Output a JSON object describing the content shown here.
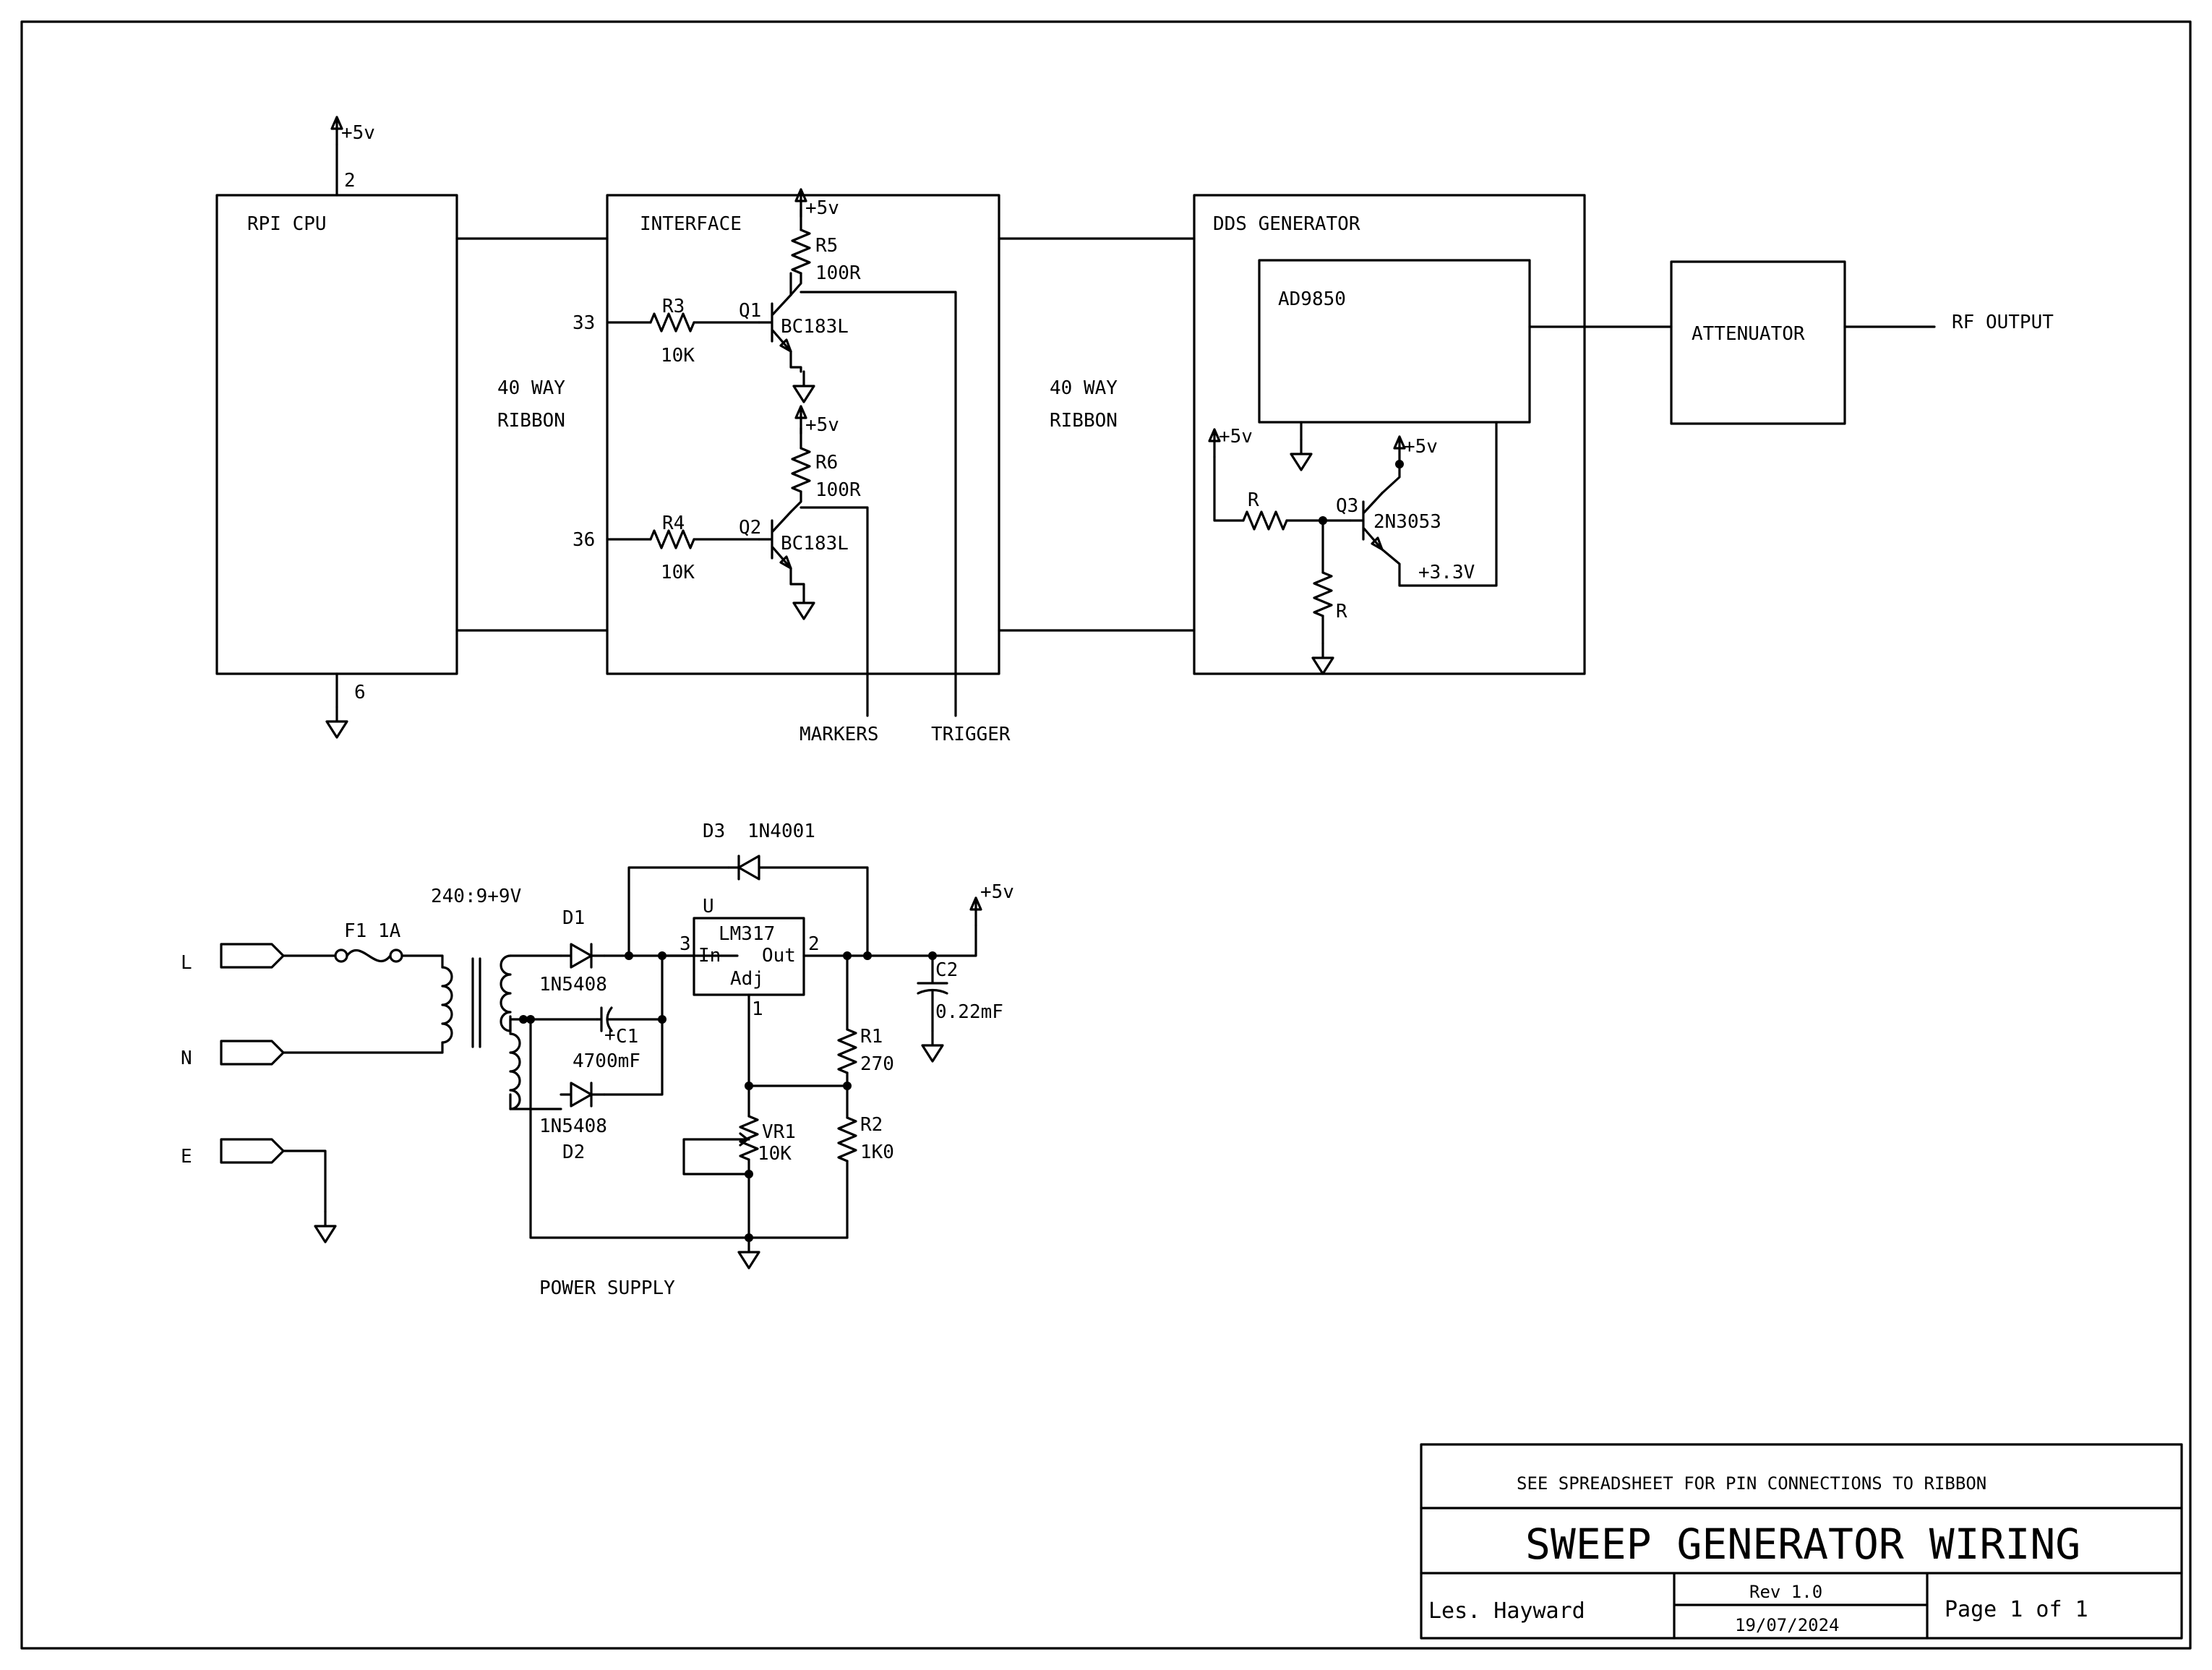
{
  "blocks": {
    "rpi": "RPI CPU",
    "interface": "INTERFACE",
    "dds": "DDS GENERATOR",
    "ad9850": "AD9850",
    "attenuator": "ATTENUATOR",
    "rf_output": "RF OUTPUT"
  },
  "ribbon": {
    "left_line1": "40 WAY",
    "left_line2": "RIBBON",
    "right_line1": "40 WAY",
    "right_line2": "RIBBON"
  },
  "pins": {
    "p2": "2",
    "p6": "6",
    "p33": "33",
    "p36": "36"
  },
  "supply": {
    "plus5": "+5v",
    "plus33": "+3.3V"
  },
  "parts": {
    "r3": "R3",
    "r3_val": "10K",
    "r4": "R4",
    "r4_val": "10K",
    "r5": "R5",
    "r5_val": "100R",
    "r6": "R6",
    "r6_val": "100R",
    "q1": "Q1",
    "q1_type": "BC183L",
    "q2": "Q2",
    "q2_type": "BC183L",
    "q3": "Q3",
    "q3_type": "2N3053",
    "r_bias": "R",
    "r_pull": "R"
  },
  "signals": {
    "markers": "MARKERS",
    "trigger": "TRIGGER"
  },
  "psu": {
    "title": "POWER SUPPLY",
    "l": "L",
    "n": "N",
    "e": "E",
    "fuse": "F1 1A",
    "transformer": "240:9+9V",
    "d1": "D1",
    "d1_type": "1N5408",
    "d2": "D2",
    "d2_type": "1N5408",
    "d3": "D3",
    "d3_type": "1N4001",
    "c1": "C1",
    "c1_val": "4700mF",
    "c2": "C2",
    "c2_val": "0.22mF",
    "reg_ref": "U",
    "reg_type": "LM317",
    "reg_in": "In",
    "reg_out": "Out",
    "reg_adj": "Adj",
    "pin1": "1",
    "pin2": "2",
    "pin3": "3",
    "r1": "R1",
    "r1_val": "270",
    "r2": "R2",
    "r2_val": "1K0",
    "vr1": "VR1",
    "vr1_val": "10K",
    "plus5": "+5v"
  },
  "title_block": {
    "note": "SEE SPREADSHEET FOR PIN CONNECTIONS TO RIBBON",
    "title": "SWEEP GENERATOR WIRING",
    "author": "Les. Hayward",
    "rev": "Rev 1.0",
    "date": "19/07/2024",
    "page": "Page 1 of 1"
  }
}
